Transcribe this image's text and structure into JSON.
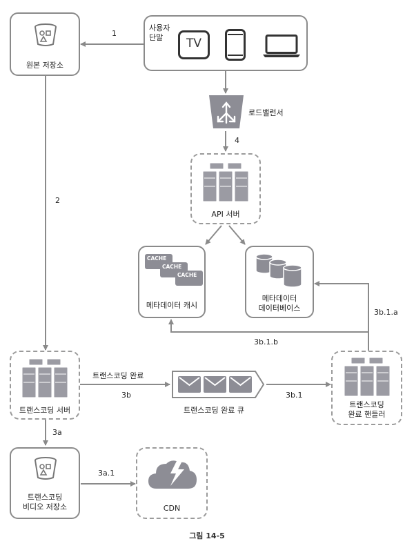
{
  "nodes": {
    "original_storage": "원본 저장소",
    "user_device": "사용자\n단말",
    "load_balancer": "로드밸런서",
    "api_server": "API 서버",
    "metadata_cache": "메타데이터 캐시",
    "metadata_db": "메타데이터\n데이터베이스",
    "transcoding_server": "트랜스코딩 서버",
    "completion_queue": "트랜스코딩 완료 큐",
    "completion_handler": "트랜스코딩\n완료 핸들러",
    "transcoded_storage": "트랜스코딩\n비디오 저장소",
    "cdn": "CDN"
  },
  "icon_text": {
    "tv": "TV",
    "cache": "CACHE"
  },
  "edges": {
    "e1": "1",
    "e2": "2",
    "e3a": "3a",
    "e3a1": "3a.1",
    "e3b": "3b",
    "e3b_note": "트랜스코딩 완료",
    "e3b1": "3b.1",
    "e3b1a": "3b.1.a",
    "e3b1b": "3b.1.b",
    "e4": "4"
  },
  "caption": "그림 14-5"
}
